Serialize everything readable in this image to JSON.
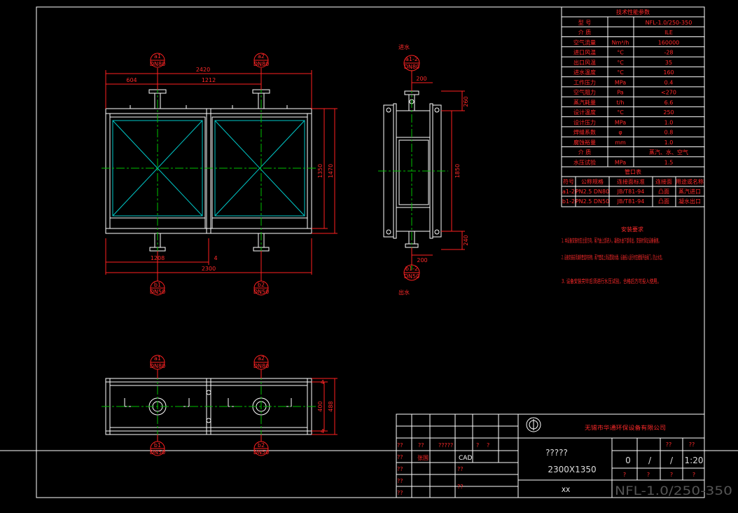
{
  "nozzles": {
    "a1": {
      "id": "a1",
      "dn": "DN80"
    },
    "a2": {
      "id": "a2",
      "dn": "DN80"
    },
    "b1": {
      "id": "b1",
      "dn": "DN50"
    },
    "b2": {
      "id": "b2",
      "dn": "DN50"
    },
    "side_top": {
      "id": "a1-2",
      "dn": "DN80",
      "flow": "进水"
    },
    "side_bottom": {
      "id": "b1-2",
      "dn": "DN50",
      "flow": "出水"
    }
  },
  "front_dims": {
    "overall_width": "2420",
    "left_offset": "604",
    "pitch": "1212",
    "bottom_pitch": "1208",
    "bottom_offset": "4",
    "base_width": "2300",
    "height_inner": "1350",
    "height_outer": "1470"
  },
  "side_dims": {
    "top_offset": "200",
    "top_height": "260",
    "total_height": "1850",
    "bottom_height": "240",
    "bottom_offset": "200"
  },
  "bottom_dims": {
    "gap_top": "4",
    "depth_inner": "400",
    "depth_outer": "488",
    "gap_bottom": "4"
  },
  "spec_table": {
    "title": "技术性能参数",
    "rows": [
      [
        "型  号",
        "",
        "NFL-1.0/250-350"
      ],
      [
        "介  质",
        "",
        "ILE"
      ],
      [
        "空气流量",
        "Nm³/h",
        "160000"
      ],
      [
        "进口风温",
        "°C",
        "-28"
      ],
      [
        "出口风温",
        "°C",
        "35"
      ],
      [
        "进水温度",
        "°C",
        "160"
      ],
      [
        "工作压力",
        "MPa",
        "0.4"
      ],
      [
        "空气阻力",
        "Pa",
        "<270"
      ],
      [
        "蒸汽耗量",
        "t/h",
        "6.6"
      ],
      [
        "设计温度",
        "°C",
        "250"
      ],
      [
        "设计压力",
        "MPa",
        "1.0"
      ],
      [
        "焊缝系数",
        "φ",
        "0.8"
      ],
      [
        "腐蚀裕量",
        "mm",
        "1.0"
      ],
      [
        "介  质",
        "",
        "蒸汽、水、空气"
      ],
      [
        "水压试验",
        "MPa",
        "1.5"
      ]
    ]
  },
  "pipe_table": {
    "title": "管口表",
    "headers": [
      "符号",
      "公称规格",
      "连接面标准",
      "连接面",
      "用途或名称"
    ],
    "rows": [
      [
        "a1-2",
        "PN2.5 DN80",
        "JB/T81-94",
        "凸面",
        "蒸汽进口"
      ],
      [
        "b1-2",
        "PN2.5 DN50",
        "JB/T81-94",
        "凸面",
        "凝水出口"
      ]
    ]
  },
  "notes": {
    "title": "安装要求",
    "items": [
      "1. 本设备安装时应注意方向，蒸汽由上部进入，凝结水由下部排出，安装时保证设备垂直。",
      "2. 设备安装前须清除管道内杂物，蒸汽管道上须设置疏水器，设备投入运行时应缓慢开启阀门，防止水击。",
      "3. 设备安装完毕后须进行水压试验，合格后方可投入使用。"
    ]
  },
  "title_block": {
    "company": "无锡市华通环保设备有限公司",
    "doc_name": "?????",
    "size": "2300X1350",
    "material": "XX",
    "drawing_no": "NFL-1.0/250-350",
    "scale": "1:20",
    "sheet": "0",
    "sheet_sep": "/",
    "sheet_sep2": "/",
    "cad": "CAD",
    "q1": "??",
    "q2": "??",
    "q3": "?????",
    "q4": "?",
    "q5": "?",
    "q6": "??",
    "q7": "??",
    "q8": "??",
    "q9": "??",
    "q10": "??",
    "q11": "??",
    "q12": "??",
    "q13": "??",
    "q14": "?",
    "q15": "?",
    "q16": "?",
    "q17": "?",
    "designer": "张国"
  }
}
